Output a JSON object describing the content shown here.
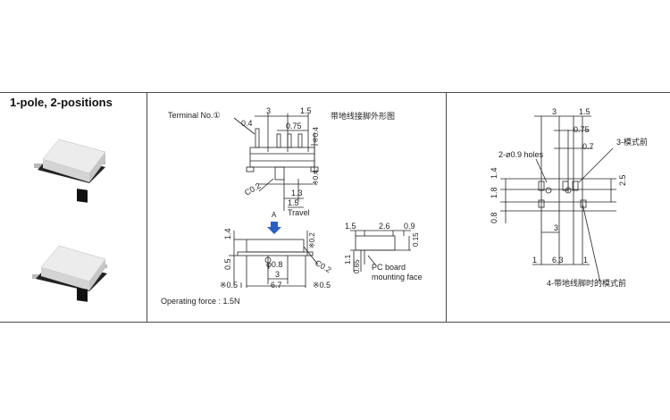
{
  "page": {
    "title": "1-pole, 2-positions",
    "operating_force": "Operating force : 1.5N"
  },
  "drawing_center": {
    "terminal_label": "Terminal  No.①",
    "chinese_title": "带地线接脚外形图",
    "dims_top": [
      "3",
      "1.5",
      "0.4",
      "0.75",
      "※0.4",
      "※0.4",
      "C0.2",
      "1.3",
      "1.5"
    ],
    "travel": "Travel",
    "marker": "A",
    "dims_front": [
      "1.4",
      "※0.2",
      "0.5",
      "φ0.8",
      "3",
      "6.7",
      "※0.5",
      "※0.5",
      "C0.2"
    ],
    "dims_side": [
      "1.5",
      "2.6",
      "0.9",
      "0.15",
      "1.1",
      "0.65"
    ],
    "pc_board": [
      "PC board",
      "mounting face"
    ]
  },
  "drawing_right": {
    "dims_top": [
      "3",
      "1.5",
      "0.75",
      "0.7"
    ],
    "holes": "2-ø0.9 holes",
    "note3": "3-模式前",
    "dims_side": [
      "1.8",
      "1.4",
      "0.8",
      "2.5"
    ],
    "dims_bottom": [
      "3",
      "1",
      "6.3",
      "1"
    ],
    "note4": "4-带地线脚时的模式前"
  },
  "colors": {
    "switch_body": "#e8e8e8",
    "switch_dark": "#1a1a1a",
    "pins": "#b9b9b9",
    "arrow": "#2b5fc4"
  }
}
